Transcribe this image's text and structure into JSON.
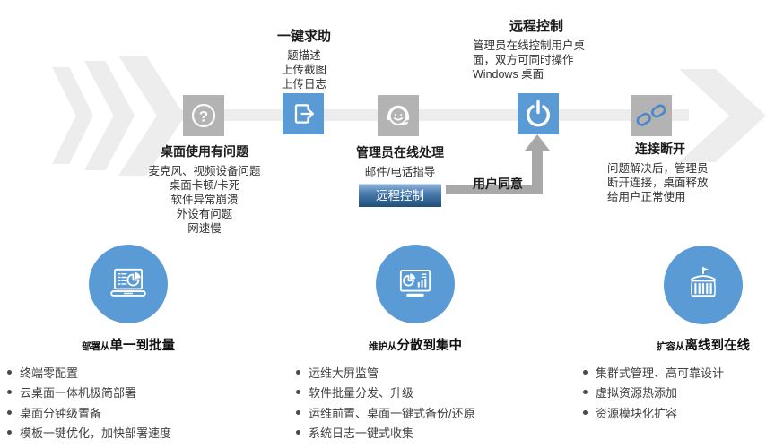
{
  "timeline": {
    "consent_label": "用户同意",
    "steps": [
      {
        "id": "desktop-problem",
        "icon": "question-icon",
        "icon_style": "gray",
        "title": "桌面使用有问题",
        "lines": [
          "麦克风、视频设备问题",
          "桌面卡顿/卡死",
          "软件异常崩溃",
          "外设有问题",
          "网速慢"
        ]
      },
      {
        "id": "one-key-help",
        "icon": "export-icon",
        "icon_style": "blue",
        "title": "一键求助",
        "lines": [
          "题描述",
          "上传截图",
          "上传日志"
        ]
      },
      {
        "id": "admin-online",
        "icon": "headset-icon",
        "icon_style": "gray",
        "title": "管理员在线处理",
        "lines": [
          "邮件/电话指导"
        ],
        "button": "远程控制"
      },
      {
        "id": "remote-control",
        "icon": "power-icon",
        "icon_style": "blue",
        "title": "远程控制",
        "lines": [
          "管理员在线控制用户桌",
          "面，双方可同时操作",
          "Windows 桌面"
        ]
      },
      {
        "id": "disconnect",
        "icon": "broken-link-icon",
        "icon_style": "gray",
        "title": "连接断开",
        "lines": [
          "问题解决后，管理员",
          "断开连接，桌面释放",
          "给用户正常使用"
        ]
      }
    ]
  },
  "features": [
    {
      "icon": "laptop-chart-icon",
      "caption_prefix": "部署从",
      "caption_bold": "单一到批量",
      "items": [
        "终端零配置",
        "云桌面一体机极简部署",
        "桌面分钟级置备",
        "模板一键优化，加快部署速度"
      ]
    },
    {
      "icon": "monitor-analytics-icon",
      "caption_prefix": "维护从",
      "caption_bold": "分散到集中",
      "items": [
        "运维大屏监管",
        "软件批量分发、升级",
        "运维前置、桌面一键式备份/还原",
        "系统日志一键式收集"
      ]
    },
    {
      "icon": "building-icon",
      "caption_prefix": "扩容从",
      "caption_bold": "离线到在线",
      "items": [
        "集群式管理、高可靠设计",
        "虚拟资源热添加",
        "资源模块化扩容"
      ]
    }
  ],
  "colors": {
    "accent_blue": "#5b9bd5",
    "box_gray": "#b3b3b3",
    "band_gray": "#ededed",
    "arrow_gray": "#a8a8a8",
    "link_icon_blue": "#4a86c8",
    "button_gradient_bottom": "#1f4e79",
    "text_dark": "#1a1a1a",
    "text_body": "#404040"
  }
}
